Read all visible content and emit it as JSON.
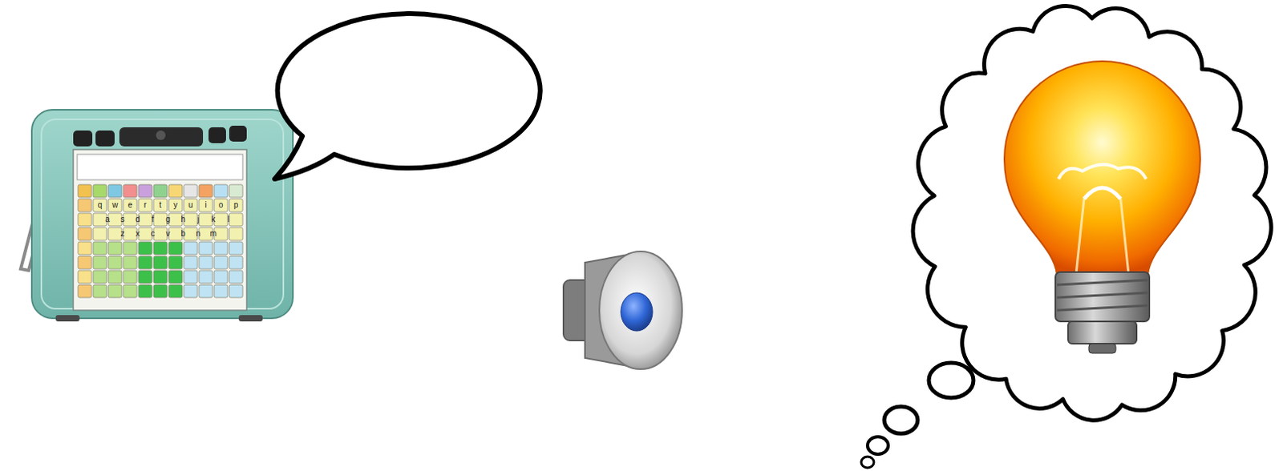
{
  "diagram": {
    "labels": [
      "q",
      "w",
      "e",
      "r",
      "t",
      "y",
      "u",
      "i",
      "o",
      "p",
      "a",
      "s",
      "d",
      "f",
      "g",
      "h",
      "j",
      "k",
      "l",
      "z",
      "x",
      "c",
      "v",
      "b",
      "n",
      "m"
    ]
  }
}
